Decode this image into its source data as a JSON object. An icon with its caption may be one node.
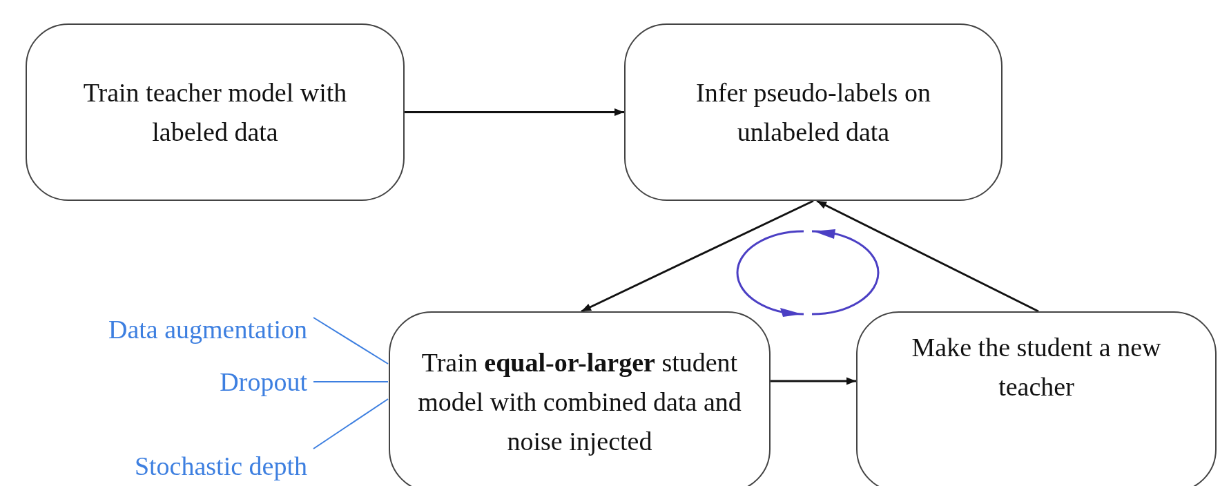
{
  "diagram": {
    "nodes": [
      {
        "text": [
          "Train teacher model with labeled data"
        ]
      },
      {
        "text": [
          "Infer pseudo-labels on unlabeled data"
        ]
      },
      {
        "text": [
          "Data augmentation"
        ]
      },
      {
        "text": [
          "Dropout"
        ]
      },
      {
        "text": [
          "Stochastic depth"
        ]
      },
      {
        "text": [
          "Train **equal-or-larger** student model with combined data and noise injected"
        ]
      },
      {
        "text": [
          "Make the student a new teacher"
        ]
      }
    ],
    "edges": [
      {
        "from": 0,
        "to": 1,
        "arrow": "to"
      },
      {
        "from": 1,
        "to": 5,
        "arrow": "to"
      },
      {
        "from": 6,
        "to": 1,
        "arrow": "to"
      },
      {
        "from": 5,
        "to": 6,
        "arrow": "to"
      },
      {
        "from": 2,
        "to": 5,
        "arrow": "none",
        "color": "#3d7fe0"
      },
      {
        "from": 3,
        "to": 5,
        "arrow": "none",
        "color": "#3d7fe0"
      },
      {
        "from": 4,
        "to": 5,
        "arrow": "none",
        "color": "#3d7fe0"
      }
    ]
  }
}
